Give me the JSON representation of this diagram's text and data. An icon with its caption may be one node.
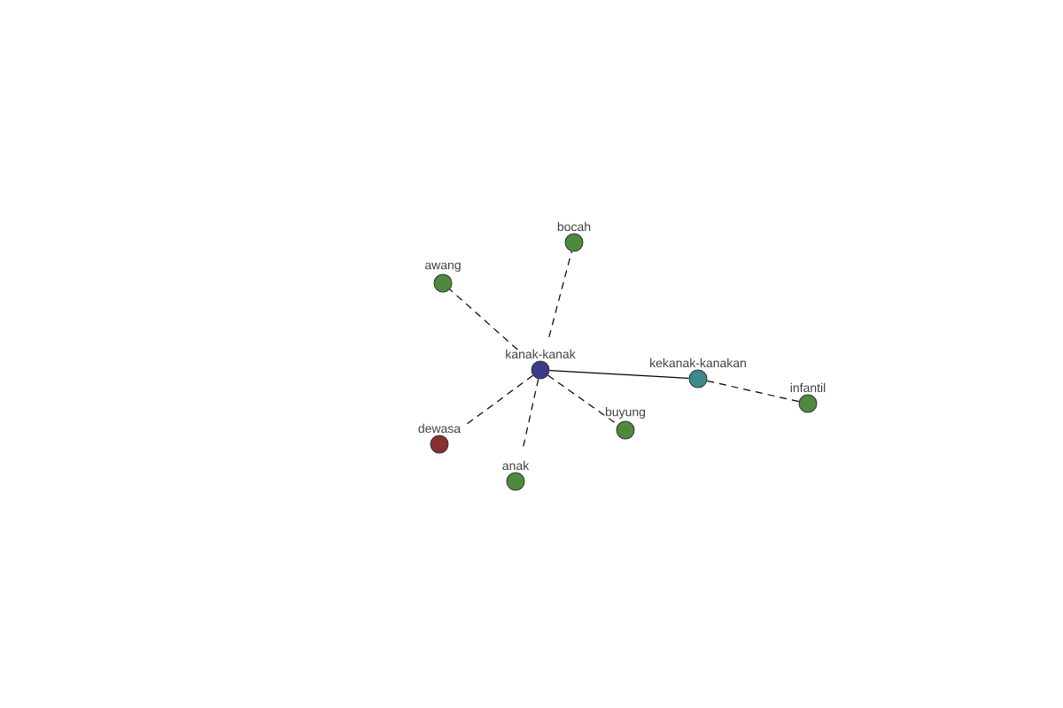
{
  "diagram": {
    "nodes": [
      {
        "text": [
          "kanak-kanak"
        ]
      },
      {
        "text": [
          "bocah"
        ]
      },
      {
        "text": [
          "awang"
        ]
      },
      {
        "text": [
          "kekanak-kanakan"
        ]
      },
      {
        "text": [
          "infantil"
        ]
      },
      {
        "text": [
          "buyung"
        ]
      },
      {
        "text": [
          "dewasa"
        ]
      },
      {
        "text": [
          "anak"
        ]
      }
    ],
    "edges": [
      {
        "from": 0,
        "to": 1,
        "arrow": "none",
        "style": "dashed"
      },
      {
        "from": 0,
        "to": 2,
        "arrow": "none",
        "style": "dashed"
      },
      {
        "from": 0,
        "to": 3,
        "arrow": "none"
      },
      {
        "from": 3,
        "to": 4,
        "arrow": "none",
        "style": "dashed"
      },
      {
        "from": 0,
        "to": 5,
        "arrow": "none",
        "style": "dashed"
      },
      {
        "from": 0,
        "to": 6,
        "arrow": "none",
        "style": "dashed"
      },
      {
        "from": 0,
        "to": 7,
        "arrow": "none",
        "style": "dashed"
      }
    ]
  }
}
